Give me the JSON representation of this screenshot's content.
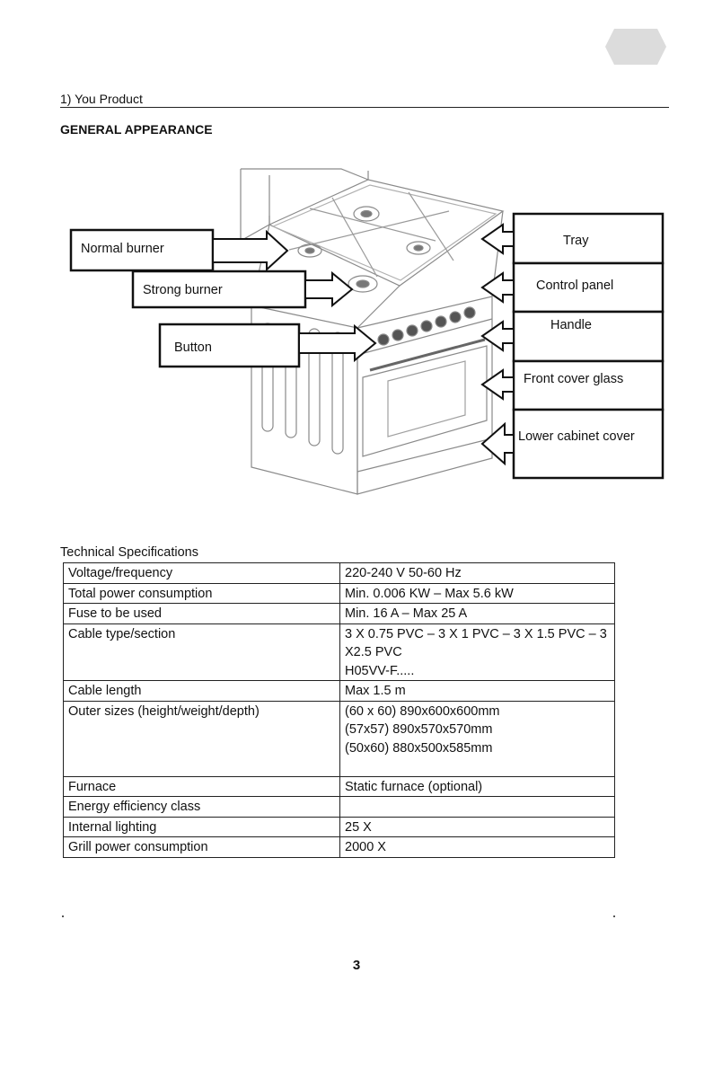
{
  "page": {
    "section_heading": "1) You Product",
    "appearance_title": "GENERAL APPEARANCE",
    "page_number": "3"
  },
  "diagram": {
    "callouts_left": [
      "Normal burner",
      "Strong burner",
      "Button"
    ],
    "callouts_right": [
      "Tray",
      "Control panel",
      "Handle",
      "Front cover glass",
      "Lower cabinet cover"
    ]
  },
  "specs": {
    "title": "Technical Specifications",
    "rows": [
      {
        "label": "Voltage/frequency",
        "value": "220-240 V 50-60 Hz"
      },
      {
        "label": "Total power consumption",
        "value": "Min. 0.006 KW – Max 5.6 kW"
      },
      {
        "label": "Fuse to be used",
        "value": "Min. 16 A – Max 25 A"
      },
      {
        "label": "Cable type/section",
        "value": "3 X 0.75 PVC – 3 X 1 PVC – 3 X 1.5 PVC – 3\nX2.5 PVC\nH05VV-F....."
      },
      {
        "label": "Cable length",
        "value": "Max 1.5 m"
      },
      {
        "label": "Outer sizes (height/weight/depth)",
        "value": "(60 x 60) 890x600x600mm\n(57x57) 890x570x570mm\n(50x60) 880x500x585mm\n\n"
      },
      {
        "label": "Furnace",
        "value": "Static furnace (optional)"
      },
      {
        "label": "Energy efficiency class",
        "value": ""
      },
      {
        "label": "Internal lighting",
        "value": "25 X"
      },
      {
        "label": "Grill power consumption",
        "value": "2000 X"
      }
    ]
  }
}
